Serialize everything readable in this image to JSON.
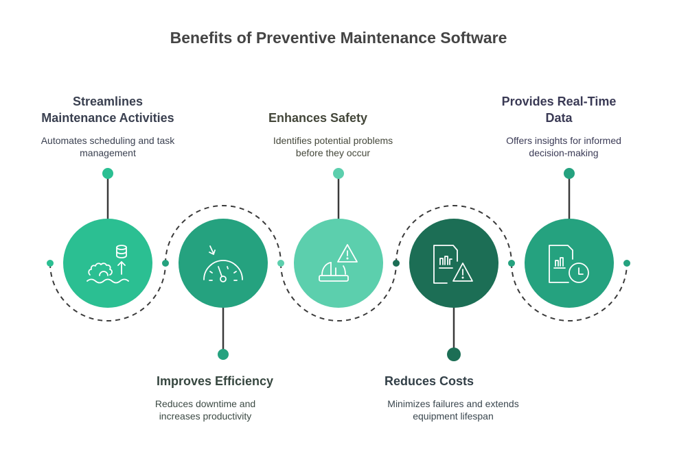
{
  "title": "Benefits of Preventive Maintenance Software",
  "colors": {
    "c1": "#2bbf92",
    "c2": "#25a27f",
    "c3": "#5ccfad",
    "c4": "#1c6e55",
    "c5": "#25a27f",
    "connector": "#3a3a3a"
  },
  "items": [
    {
      "heading_line1": "Streamlines",
      "heading_line2": "Maintenance Activities",
      "desc_line1": "Automates scheduling and task",
      "desc_line2": "management",
      "icon": "gear-database-upload-icon",
      "heading_color": "#3a4050",
      "desc_color": "#3a4050"
    },
    {
      "heading_line1": "Improves Efficiency",
      "desc_line1": "Reduces downtime and",
      "desc_line2": "increases productivity",
      "icon": "speedometer-icon",
      "heading_color": "#36463f",
      "desc_color": "#3c4a44"
    },
    {
      "heading_line1": "Enhances Safety",
      "desc_line1": "Identifies potential problems",
      "desc_line2": "before they occur",
      "icon": "hardhat-warning-icon",
      "heading_color": "#44473a",
      "desc_color": "#44473a"
    },
    {
      "heading_line1": "Reduces Costs",
      "desc_line1": "Minimizes failures and extends",
      "desc_line2": "equipment lifespan",
      "icon": "report-warning-icon",
      "heading_color": "#334048",
      "desc_color": "#3a464e"
    },
    {
      "heading_line1": "Provides Real-Time",
      "heading_line2": "Data",
      "desc_line1": "Offers insights for informed",
      "desc_line2": "decision-making",
      "icon": "report-clock-icon",
      "heading_color": "#3a3a55",
      "desc_color": "#3a3a55"
    }
  ]
}
